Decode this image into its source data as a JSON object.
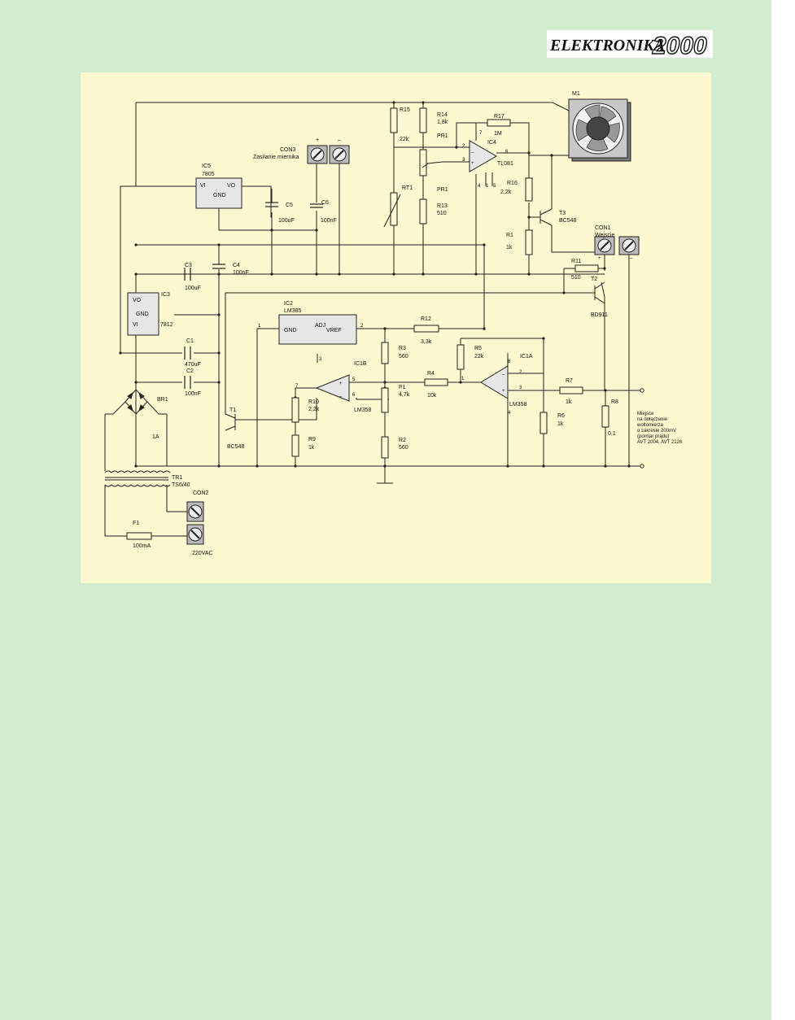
{
  "logo": {
    "brand": "ELEKTRONIKA",
    "year": "2000"
  },
  "components": {
    "m1": "M1",
    "r15": {
      "name": "R15",
      "value": "22k"
    },
    "r14": {
      "name": "R14",
      "value": "1,8k"
    },
    "r17": {
      "name": "R17",
      "value": "1M"
    },
    "pr1_top": "PR1",
    "pr1": "PR1",
    "ic4": {
      "name": "IC4",
      "type": "TL081"
    },
    "rt1": "RT1",
    "r13": {
      "name": "R13",
      "value": "510"
    },
    "r16": {
      "name": "R16",
      "value": "2,2k"
    },
    "t3": {
      "name": "T3",
      "type": "BC548"
    },
    "r1": {
      "name": "R1",
      "value": "1k"
    },
    "con3": {
      "name": "CON3",
      "desc": "Zasilanie miernika",
      "plus": "+",
      "minus": "–"
    },
    "ic5": {
      "name": "IC5",
      "type": "7805",
      "vi": "VI",
      "vo": "VO",
      "gnd": "GND"
    },
    "c5": {
      "name": "C5",
      "value": "100uF"
    },
    "c6": {
      "name": "C6",
      "value": "100nF"
    },
    "c3": {
      "name": "C3",
      "value": "100uF"
    },
    "c4": {
      "name": "C4",
      "value": "100nF"
    },
    "ic3": {
      "name": "IC3",
      "type": "7812",
      "vo": "VO",
      "gnd": "GND",
      "vi": "VI"
    },
    "ic2": {
      "name": "IC2",
      "type": "LM385",
      "gnd": "GND",
      "adj": "ADJ",
      "vref": "VREF"
    },
    "r12": {
      "name": "R12",
      "value": "3,3k"
    },
    "con1": {
      "name": "CON1",
      "desc": "Wejscie",
      "plus": "+",
      "minus": "–"
    },
    "r11": {
      "name": "R11",
      "value": "510"
    },
    "t2": {
      "name": "T2",
      "type": "BD911"
    },
    "c1": {
      "name": "C1",
      "value": "470uF"
    },
    "c2": {
      "name": "C2",
      "value": "100nF"
    },
    "r3": {
      "name": "R3",
      "value": "560"
    },
    "ic1b": {
      "name": "IC1B",
      "type": "LM358"
    },
    "r5": {
      "name": "R5",
      "value": "22k"
    },
    "ic1a": {
      "name": "IC1A",
      "type": "LM358"
    },
    "p1": {
      "name": "P1",
      "value": "4,7k"
    },
    "r4": {
      "name": "R4",
      "value": "10k"
    },
    "r7": {
      "name": "R7",
      "value": "1k"
    },
    "br1": {
      "name": "BR1",
      "value": "1A"
    },
    "r10": {
      "name": "R10",
      "value": "2,2k"
    },
    "r9": {
      "name": "R9",
      "value": "1k"
    },
    "t1": {
      "name": "T1",
      "type": "BC548"
    },
    "r2": {
      "name": "R2",
      "value": "560"
    },
    "r6": {
      "name": "R6",
      "value": "1k"
    },
    "r8": {
      "name": "R8",
      "value": "0,1"
    },
    "tr1": {
      "name": "TR1",
      "type": "TS6/40"
    },
    "con2": {
      "name": "CON2"
    },
    "f1": {
      "name": "F1",
      "value": "100mA"
    },
    "ac": "220VAC"
  },
  "note": [
    "Miejsce",
    "na dołączenie",
    "woltomierza",
    "o zakresie 200mV",
    "(pomiar prądu)",
    "AVT 2004, AVT 2126"
  ],
  "pins": {
    "p1": "1",
    "p2": "2",
    "p3": "3",
    "p4": "4",
    "p5": "5",
    "p6": "6",
    "p7": "7",
    "p8": "8",
    "plus": "+",
    "minus": "–"
  }
}
